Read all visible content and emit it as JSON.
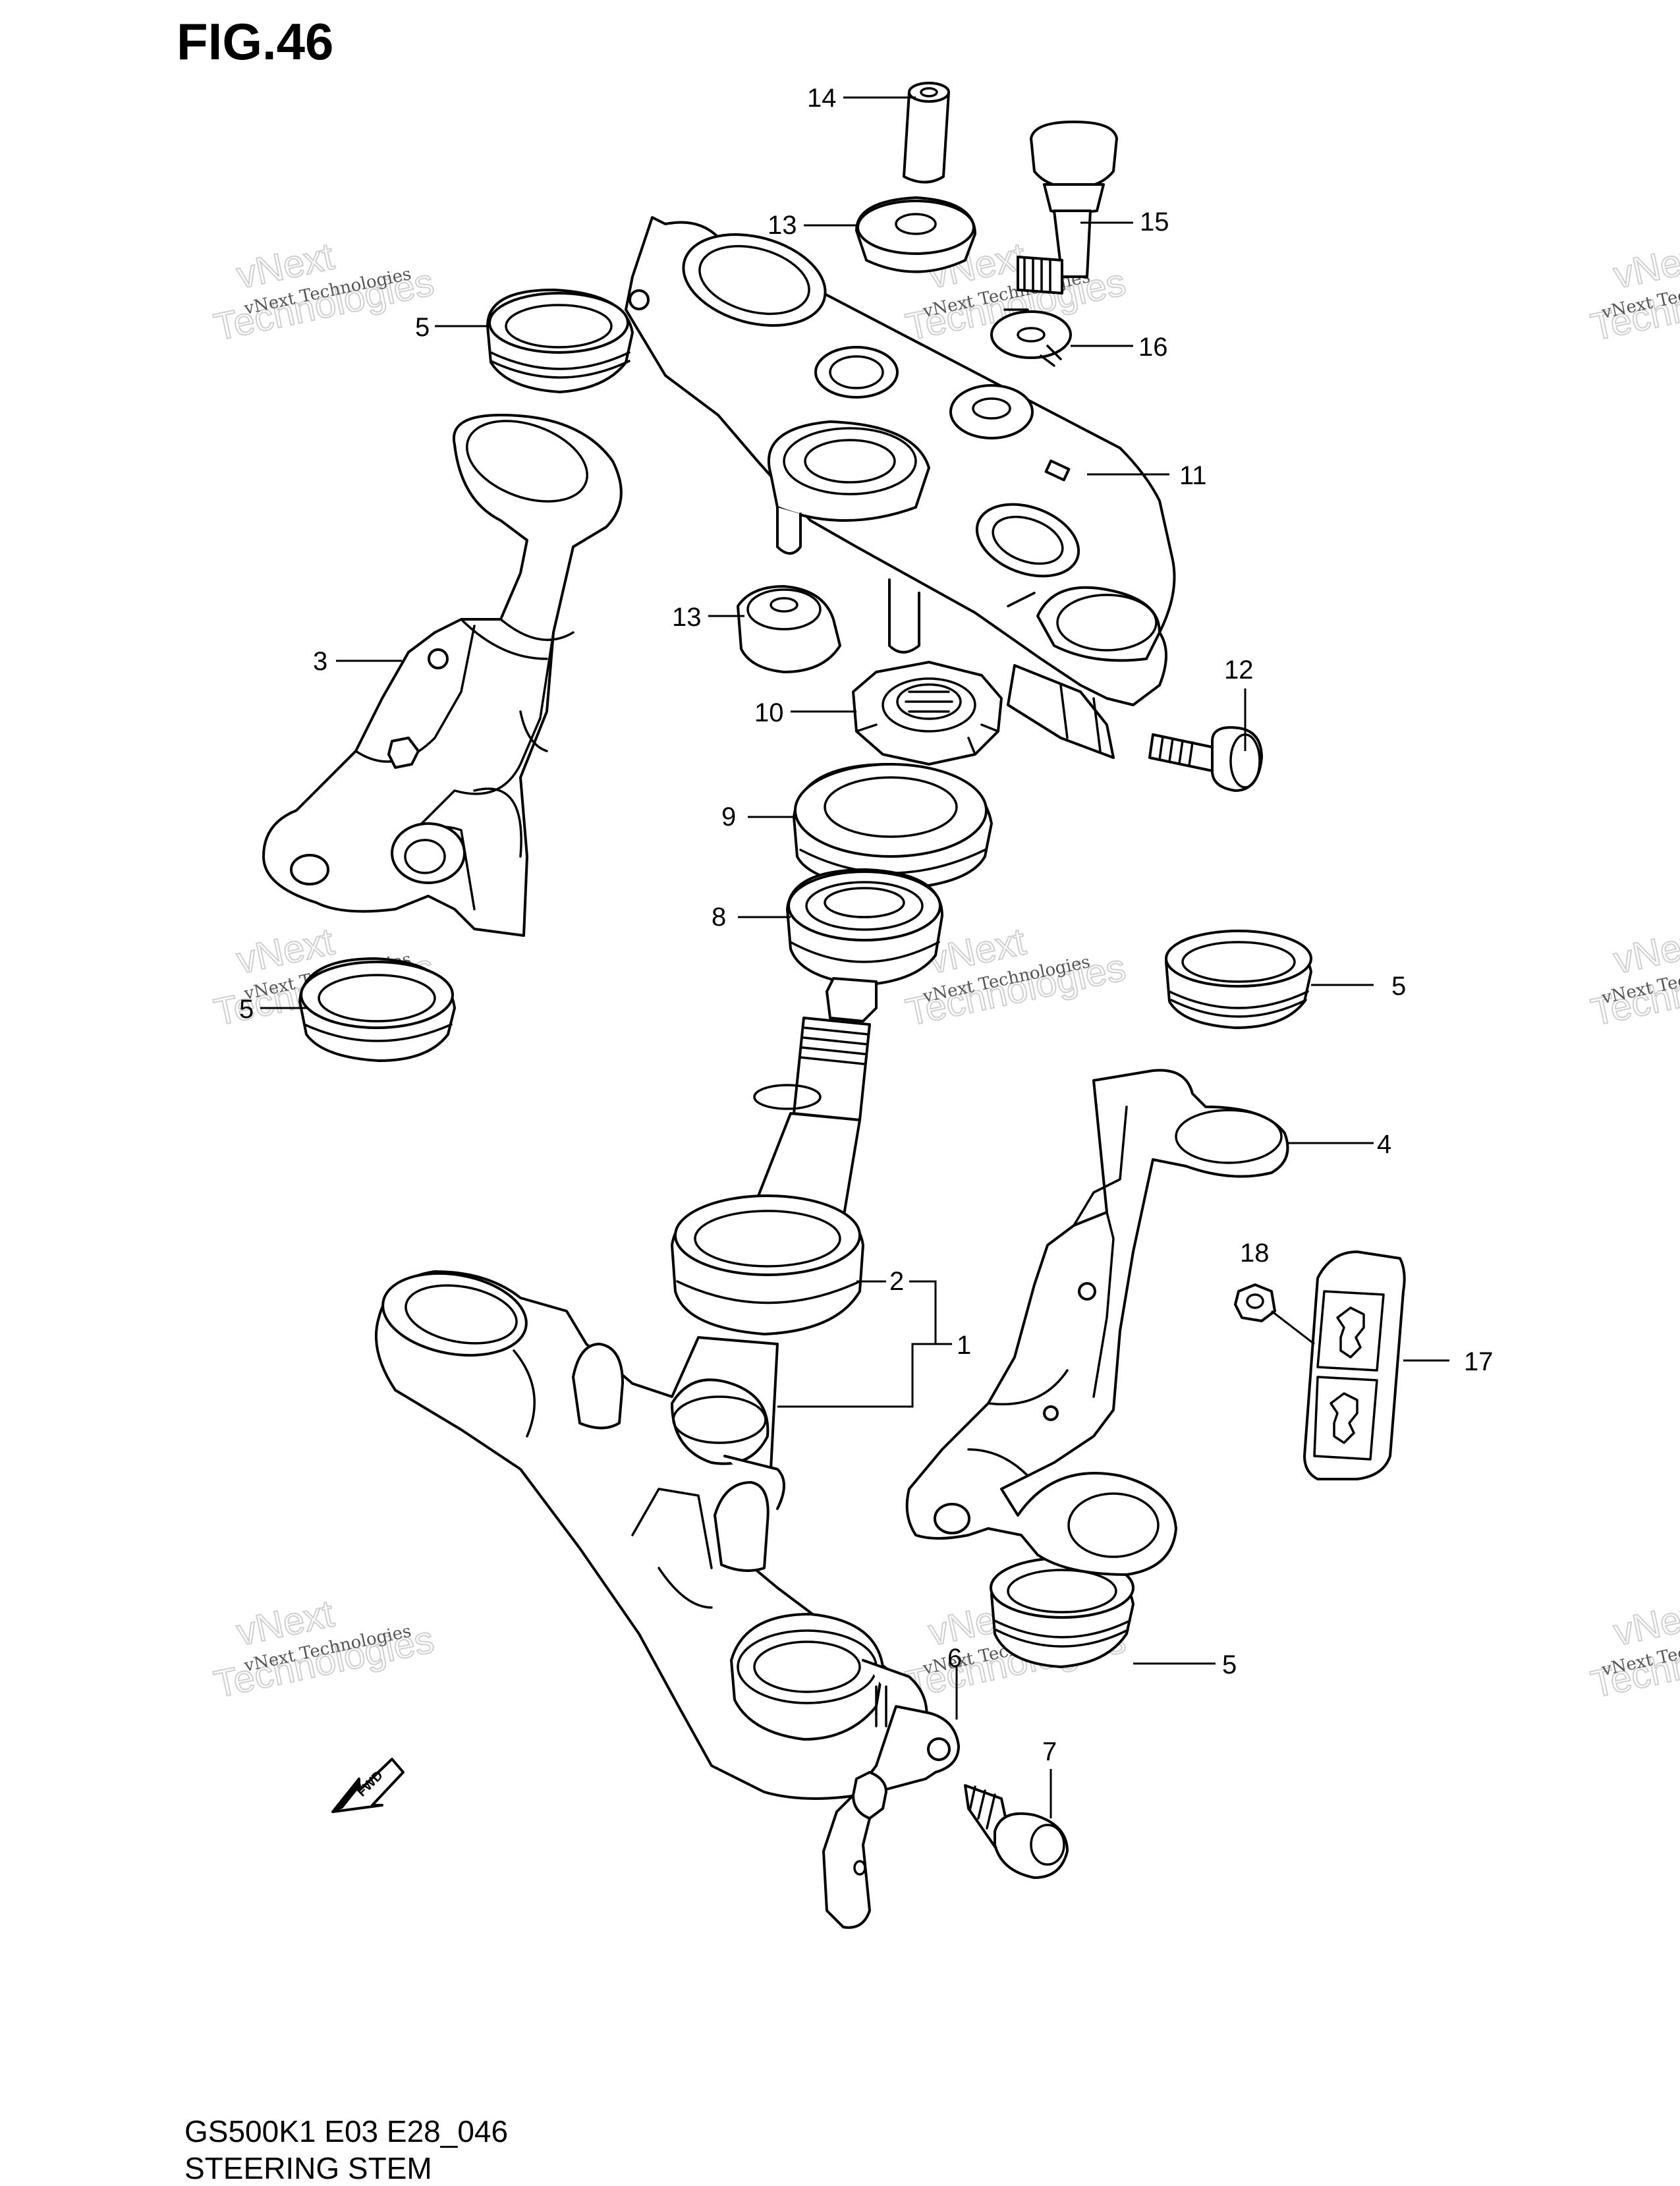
{
  "figure_title": "FIG.46",
  "model_code": "GS500K1 E03 E28_046",
  "section_name": "STEERING STEM",
  "fwd_badge": "FWD",
  "watermark": {
    "line1": "vNext Technologies",
    "line2": "vNext",
    "line3": "Technologies"
  },
  "callouts": [
    {
      "id": "14",
      "label": "14"
    },
    {
      "id": "15",
      "label": "15"
    },
    {
      "id": "13a",
      "label": "13"
    },
    {
      "id": "16",
      "label": "16"
    },
    {
      "id": "5a",
      "label": "5"
    },
    {
      "id": "11",
      "label": "11"
    },
    {
      "id": "13b",
      "label": "13"
    },
    {
      "id": "3",
      "label": "3"
    },
    {
      "id": "12",
      "label": "12"
    },
    {
      "id": "10",
      "label": "10"
    },
    {
      "id": "9",
      "label": "9"
    },
    {
      "id": "8",
      "label": "8"
    },
    {
      "id": "5b",
      "label": "5"
    },
    {
      "id": "5c",
      "label": "5"
    },
    {
      "id": "4",
      "label": "4"
    },
    {
      "id": "18",
      "label": "18"
    },
    {
      "id": "2",
      "label": "2"
    },
    {
      "id": "1",
      "label": "1"
    },
    {
      "id": "17",
      "label": "17"
    },
    {
      "id": "5d",
      "label": "5"
    },
    {
      "id": "6",
      "label": "6"
    },
    {
      "id": "7",
      "label": "7"
    }
  ]
}
